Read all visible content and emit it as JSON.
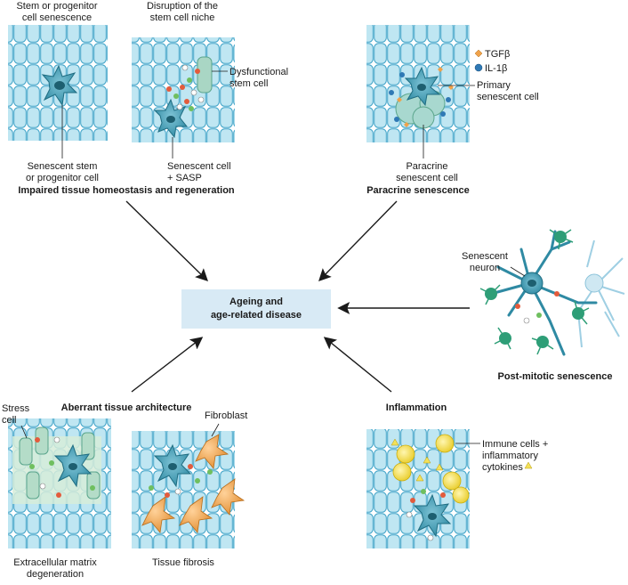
{
  "center": {
    "line1": "Ageing and",
    "line2": "age-related disease"
  },
  "panels": {
    "stem_senescence": {
      "title_line1": "Stem or progenitor",
      "title_line2": "cell senescence",
      "callout_line1": "Senescent stem",
      "callout_line2": "or progenitor cell"
    },
    "niche_disruption": {
      "title_line1": "Disruption of the",
      "title_line2": "stem cell niche",
      "callout_dysfunctional_line1": "Dysfunctional",
      "callout_dysfunctional_line2": "stem cell",
      "callout_senescent_line1": "Senescent cell",
      "callout_senescent_line2": "+ SASP"
    },
    "impaired_caption": "Impaired tissue homeostasis and regeneration",
    "paracrine": {
      "legend_tgfb": "TGFβ",
      "legend_il1b": "IL-1β",
      "callout_primary_line1": "Primary",
      "callout_primary_line2": "senescent cell",
      "callout_paracrine_line1": "Paracrine",
      "callout_paracrine_line2": "senescent cell",
      "caption": "Paracrine senescence"
    },
    "post_mitotic": {
      "callout_line1": "Senescent",
      "callout_line2": "neuron",
      "caption": "Post-mitotic senescence"
    },
    "aberrant": {
      "caption": "Aberrant tissue architecture",
      "stress_line1": "Stress",
      "stress_line2": "cell",
      "fibroblast": "Fibroblast",
      "ecm_line1": "Extracellular matrix",
      "ecm_line2": "degeneration",
      "fibrosis": "Tissue fibrosis"
    },
    "inflammation": {
      "caption": "Inflammation",
      "callout_line1": "Immune cells +",
      "callout_line2": "inflammatory",
      "callout_line3": "cytokines"
    }
  },
  "colors": {
    "tissue_fill": "#bfe6f2",
    "tissue_stroke": "#3fa3c8",
    "senescent_cell": "#3a9bb5",
    "paracrine_cell": "#a8d8cf",
    "neuron_green": "#2e9e77",
    "neuron_light": "#cfe8f2",
    "fibroblast": "#f0a24a",
    "immune_cell": "#f3e15a",
    "center_box": "#d8eaf5",
    "arrow": "#1a1a1a"
  }
}
